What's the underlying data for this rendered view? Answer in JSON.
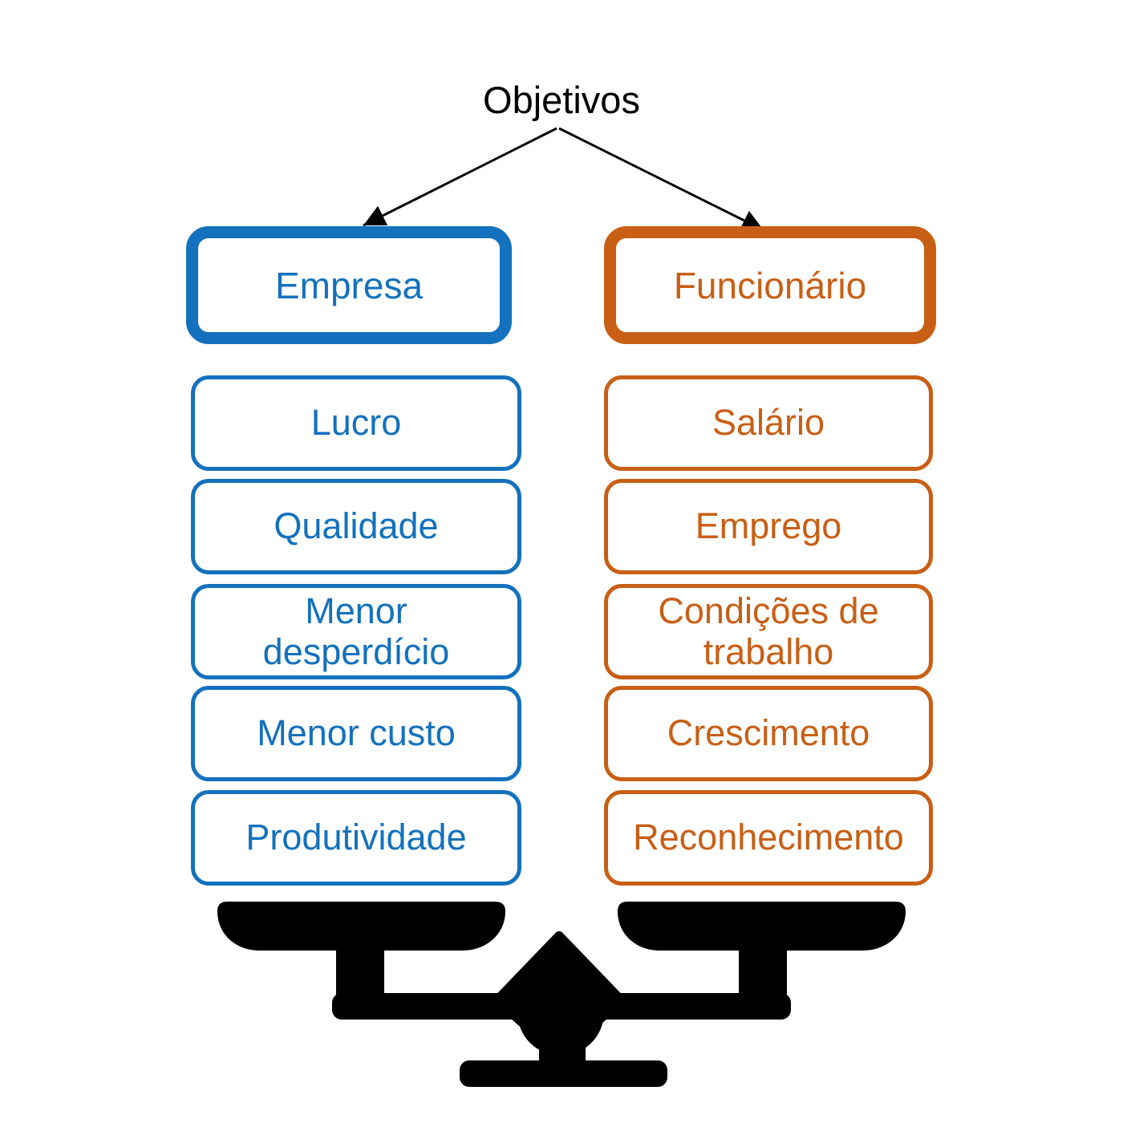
{
  "title": "Objetivos",
  "columns": [
    {
      "header": "Empresa",
      "items": [
        "Lucro",
        "Qualidade",
        "Menor\ndesperdício",
        "Menor custo",
        "Produtividade"
      ]
    },
    {
      "header": "Funcionário",
      "items": [
        "Salário",
        "Emprego",
        "Condições de\ntrabalho",
        "Crescimento",
        "Reconhecimento"
      ]
    }
  ],
  "footer_icon": {
    "name": "balance-scale-icon",
    "glyph": "⚖"
  },
  "colors": {
    "company_accent": "#1371bd",
    "employee_accent": "#c85f15",
    "arrow": "#000000",
    "scale": "#000000",
    "background": "#ffffff"
  }
}
